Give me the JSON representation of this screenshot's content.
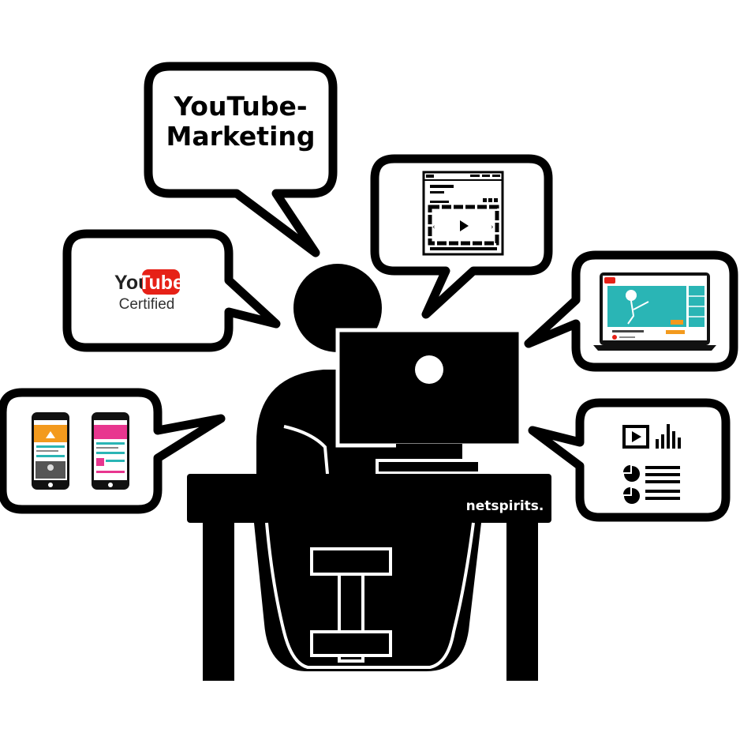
{
  "bubbles": {
    "title_line1": "YouTube-",
    "title_line2": "Marketing",
    "badge_you": "You",
    "badge_tube": "Tube",
    "badge_certified": "Certified"
  },
  "desk": {
    "brand": "netspirits."
  },
  "icons": {
    "wireframe": "video-wireframe-icon",
    "laptop": "laptop-video-icon",
    "phones": "mobile-phones-icon",
    "analytics": "analytics-icon"
  },
  "colors": {
    "ink": "#000000",
    "paper": "#ffffff",
    "youtube_red": "#e62117",
    "phone_orange": "#f39a1d",
    "phone_pink": "#e8368f",
    "video_teal": "#2ab5b5"
  }
}
